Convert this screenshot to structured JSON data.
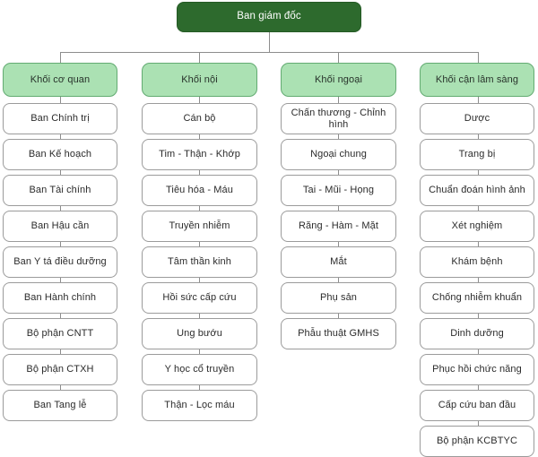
{
  "chart_data": {
    "type": "diagram",
    "title": "",
    "orientation": "top-down-then-vertical-lists",
    "root": {
      "label": "Ban giám đốc"
    },
    "columns": [
      {
        "header": "Khối cơ quan",
        "items": [
          "Ban Chính trị",
          "Ban Kế hoạch",
          "Ban Tài chính",
          "Ban Hậu cần",
          "Ban Y tá điều dưỡng",
          "Ban Hành chính",
          "Bộ phận CNTT",
          "Bộ phận CTXH",
          "Ban Tang lễ"
        ]
      },
      {
        "header": "Khối nội",
        "items": [
          "Cán bộ",
          "Tim - Thận - Khớp",
          "Tiêu hóa - Máu",
          "Truyền nhiễm",
          "Tâm thần kinh",
          "Hồi sức cấp cứu",
          "Ung bướu",
          "Y học cổ truyền",
          "Thận - Lọc máu"
        ]
      },
      {
        "header": "Khối ngoại",
        "items": [
          "Chấn thương - Chỉnh hình",
          "Ngoại chung",
          "Tai - Mũi - Họng",
          "Răng - Hàm - Mặt",
          "Mắt",
          "Phụ sản",
          "Phẫu thuật GMHS"
        ]
      },
      {
        "header": "Khối cận lâm sàng",
        "items": [
          "Dược",
          "Trang bị",
          "Chuẩn đoán hình ảnh",
          "Xét nghiệm",
          "Khám bệnh",
          "Chống nhiễm khuẩn",
          "Dinh dưỡng",
          "Phục hồi chức năng",
          "Cấp cứu ban đầu",
          "Bộ phận KCBTYC"
        ]
      }
    ],
    "colors": {
      "root_fill": "#2d6a2d",
      "root_text": "#ffffff",
      "group_fill": "#abe1b3",
      "group_border": "#63ab72",
      "leaf_fill": "#ffffff",
      "leaf_border": "#9b9b9b",
      "connector": "#8d8d8d",
      "background": "#ffffff"
    }
  }
}
